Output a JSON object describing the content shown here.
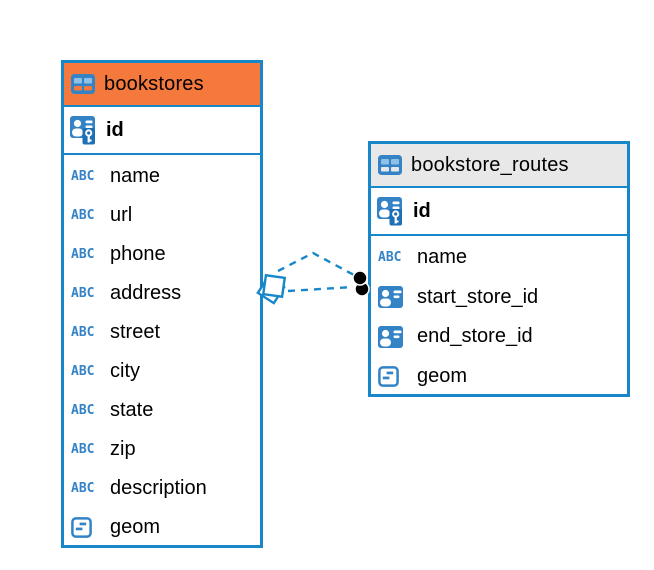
{
  "app": {
    "view_title": "entity-relationship-diagram"
  },
  "colors": {
    "accent_blue": "#1787c9",
    "icon_blue": "#3383c6",
    "icon_blue_light": "#8fc0e6",
    "header_orange": "#f5793c",
    "header_gray": "#e8e8e8",
    "text": "#000000",
    "relation_line": "#1787c9"
  },
  "icons": {
    "text_type_label": "ABC"
  },
  "tables": [
    {
      "name": "bookstores",
      "header_color": "#f5793c",
      "primary_key": {
        "name": "id"
      },
      "columns": [
        {
          "name": "name",
          "type": "text"
        },
        {
          "name": "url",
          "type": "text"
        },
        {
          "name": "phone",
          "type": "text"
        },
        {
          "name": "address",
          "type": "text"
        },
        {
          "name": "street",
          "type": "text"
        },
        {
          "name": "city",
          "type": "text"
        },
        {
          "name": "state",
          "type": "text"
        },
        {
          "name": "zip",
          "type": "text"
        },
        {
          "name": "description",
          "type": "text"
        },
        {
          "name": "geom",
          "type": "geometry"
        }
      ]
    },
    {
      "name": "bookstore_routes",
      "header_color": "#e8e8e8",
      "primary_key": {
        "name": "id"
      },
      "columns": [
        {
          "name": "name",
          "type": "text"
        },
        {
          "name": "start_store_id",
          "type": "reference"
        },
        {
          "name": "end_store_id",
          "type": "reference"
        },
        {
          "name": "geom",
          "type": "geometry"
        }
      ]
    }
  ],
  "relations": [
    {
      "from_table": "bookstore_routes",
      "from_columns": [
        "start_store_id",
        "end_store_id"
      ],
      "to_table": "bookstores",
      "to_column": "id",
      "line_style": "dashed"
    }
  ]
}
